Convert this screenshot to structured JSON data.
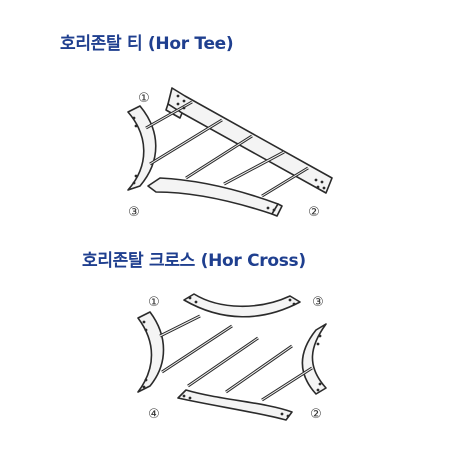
{
  "tee": {
    "title": "호리존탈 티 (Hor Tee)",
    "markers": [
      "①",
      "②",
      "③"
    ]
  },
  "cross": {
    "title": "호리존탈 크로스 (Hor Cross)",
    "markers": [
      "①",
      "②",
      "③",
      "④"
    ]
  },
  "colors": {
    "heading": "#1f3f8f",
    "line": "#2b2b2b",
    "fill": "#f4f4f4"
  }
}
